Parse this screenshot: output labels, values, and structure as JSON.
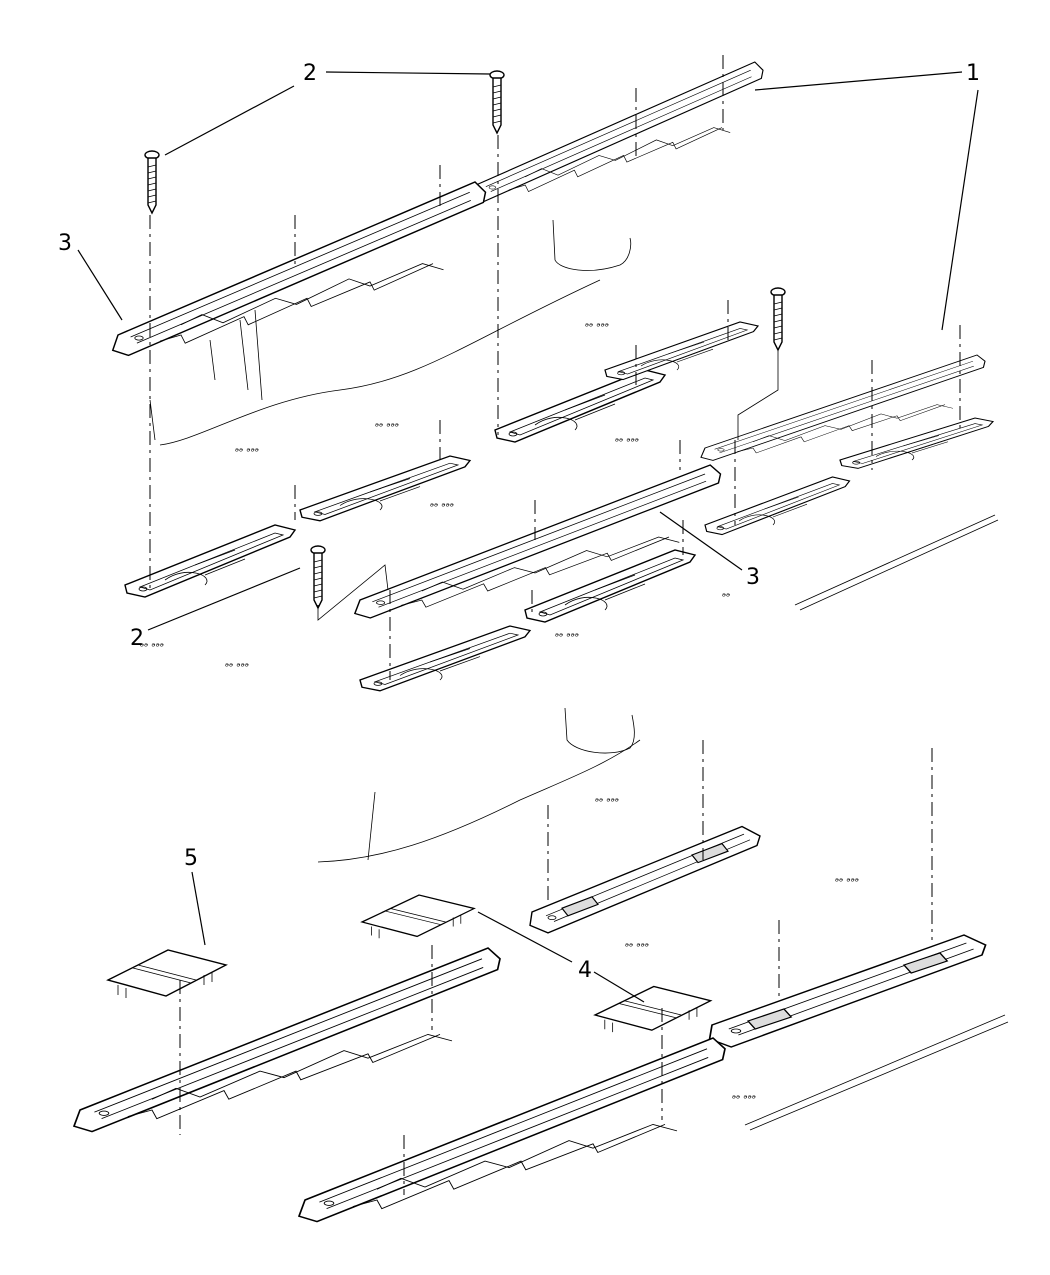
{
  "callouts": {
    "c1": "1",
    "c2a": "2",
    "c2b": "2",
    "c3a": "3",
    "c3b": "3",
    "c4": "4",
    "c5": "5"
  }
}
